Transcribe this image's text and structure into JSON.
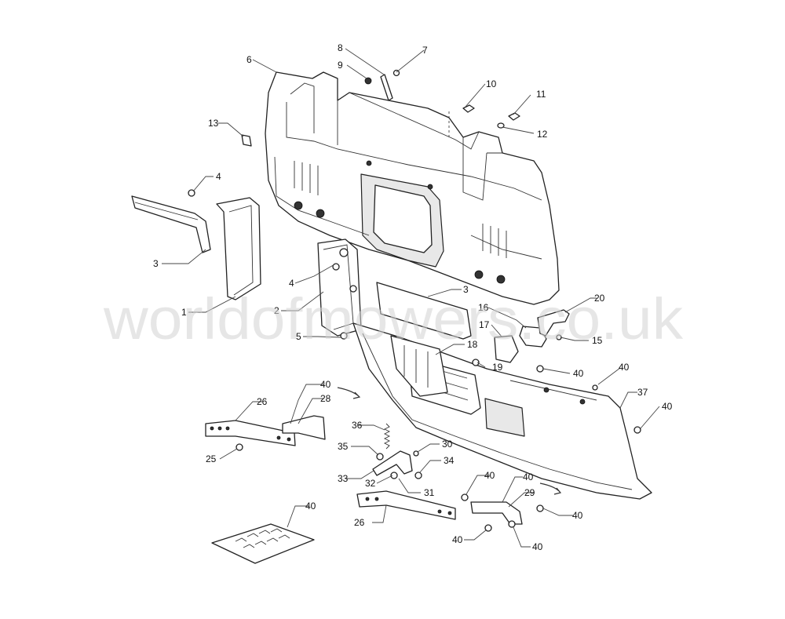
{
  "watermark": "worldofmowers.co.uk",
  "callouts": [
    {
      "id": "c6",
      "label": "6"
    },
    {
      "id": "c8",
      "label": "8"
    },
    {
      "id": "c7",
      "label": "7"
    },
    {
      "id": "c9",
      "label": "9"
    },
    {
      "id": "c10",
      "label": "10"
    },
    {
      "id": "c11",
      "label": "11"
    },
    {
      "id": "c12",
      "label": "12"
    },
    {
      "id": "c13",
      "label": "13"
    },
    {
      "id": "c4a",
      "label": "4"
    },
    {
      "id": "c3a",
      "label": "3"
    },
    {
      "id": "c1",
      "label": "1"
    },
    {
      "id": "c4b",
      "label": "4"
    },
    {
      "id": "c2",
      "label": "2"
    },
    {
      "id": "c5",
      "label": "5"
    },
    {
      "id": "c3b",
      "label": "3"
    },
    {
      "id": "c16",
      "label": "16"
    },
    {
      "id": "c20",
      "label": "20"
    },
    {
      "id": "c17",
      "label": "17"
    },
    {
      "id": "c15",
      "label": "15"
    },
    {
      "id": "c18",
      "label": "18"
    },
    {
      "id": "c19",
      "label": "19"
    },
    {
      "id": "c40a",
      "label": "40"
    },
    {
      "id": "c40b",
      "label": "40"
    },
    {
      "id": "c37",
      "label": "37"
    },
    {
      "id": "c40c",
      "label": "40"
    },
    {
      "id": "c40d",
      "label": "40"
    },
    {
      "id": "c28",
      "label": "28"
    },
    {
      "id": "c26a",
      "label": "26"
    },
    {
      "id": "c36",
      "label": "36"
    },
    {
      "id": "c25",
      "label": "25"
    },
    {
      "id": "c35",
      "label": "35"
    },
    {
      "id": "c30",
      "label": "30"
    },
    {
      "id": "c34",
      "label": "34"
    },
    {
      "id": "c33",
      "label": "33"
    },
    {
      "id": "c32",
      "label": "32"
    },
    {
      "id": "c31",
      "label": "31"
    },
    {
      "id": "c40e",
      "label": "40"
    },
    {
      "id": "c40f",
      "label": "40"
    },
    {
      "id": "c29",
      "label": "29"
    },
    {
      "id": "c26b",
      "label": "26"
    },
    {
      "id": "c40g",
      "label": "40"
    },
    {
      "id": "c40h",
      "label": "40"
    },
    {
      "id": "c40i",
      "label": "40"
    },
    {
      "id": "c40j",
      "label": "40"
    }
  ]
}
